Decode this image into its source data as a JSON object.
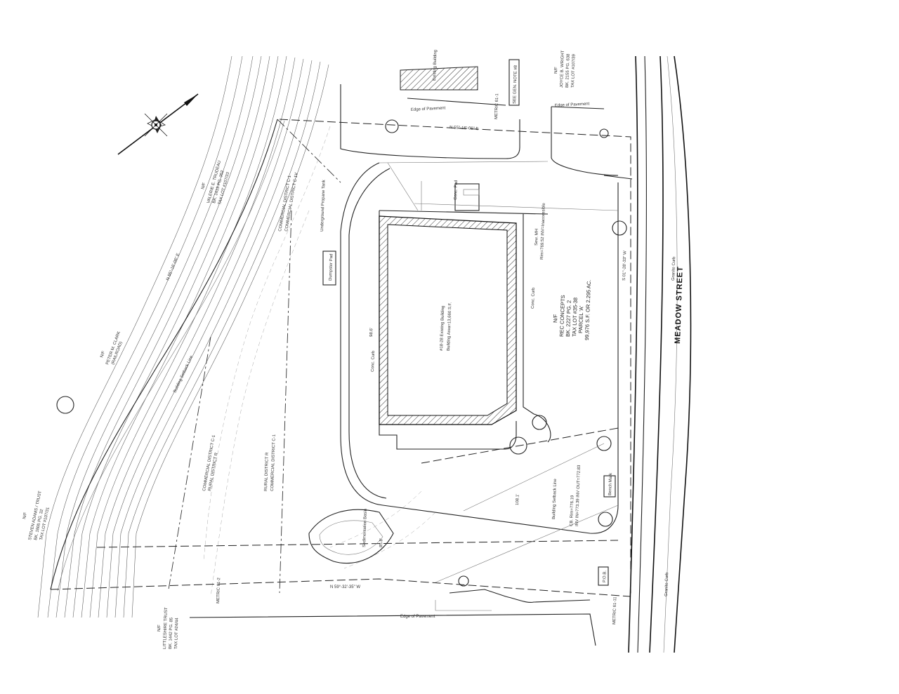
{
  "drawing": {
    "street_name": "MEADOW STREET",
    "edge_of_pavement": "Edge of Pavement",
    "existing_building_top": "Existing Building",
    "gen_note": "SEE GEN. NOTE #8",
    "building_label": "#18-28 Existing Building",
    "building_area": "Building Area=13,660 S.F.",
    "dumpster_pad": "Dumpster Pad",
    "conc_pad": "Conc. Pad",
    "conc_curb": "Conc. Curb",
    "conc_curb_2": "Conc. Curb",
    "granite_curb": "Granite Curb",
    "granite_curb_2": "Granite Curb",
    "building_setback": "Building Setback Line",
    "building_setback_2": "Building Setback Line",
    "sedimentation_basin": "Sedimentation Basin",
    "underground_propane": "Underground Propane Tank",
    "pob": "P.O.B.",
    "bench_mark": "Bench Mark",
    "sewer_mh": "Sew. MH",
    "sewer_mh_text": "Rim=769.52 INV=Inaccessible",
    "cb_text": "CB. Rim=776.19",
    "inv_text": "INV IN=773.39 INV OUT=772.83",
    "dim_1": "108.1'",
    "dim_2": "98.6'",
    "dim_3": "85.8'",
    "main_owner": {
      "nf": "N/F",
      "name": "REC CONCEPTS",
      "book": "BK. 2227 PG. 2",
      "tax_lot": "TAX LOT #35-38",
      "parcel": "PARCEL 'A'",
      "area": "99,976 S.F. OR 2.295 AC."
    },
    "top_owner": {
      "nf": "N/F",
      "name": "JOYCE B. WRIGHT",
      "book": "BK. 2155 PG. 638",
      "tax_lot": "TAX LOT #107/39"
    },
    "left_owner_1": {
      "nf": "N/F",
      "name": "VALERIE E. TRUDEAU",
      "book": "BK. 1415 PG. 352",
      "tax_lot": "TAX LOT #107/33"
    },
    "left_owner_2": {
      "nf": "N/F",
      "name": "PETER M. CLARK",
      "book": "(RAILROAD)"
    },
    "left_owner_3": {
      "nf": "N/F",
      "name": "STEVEN ADAMS / TRUST",
      "book": "BK. 1805 PG. 32",
      "tax_lot": "TAX LOT #107/31"
    },
    "bottom_owner": {
      "nf": "N/F",
      "name": "LITTLESHIRE TRUST",
      "book": "BK. 1442 PG. 85",
      "tax_lot": "TAX LOT #24/44"
    },
    "district_1": "COMMERCIAL DISTRICT C-1",
    "district_2": "COMMERCIAL DISTRICT C-1V",
    "district_3": "RURAL DISTRICT R",
    "district_4": "COMMERCIAL DISTRICT C-1",
    "district_5": "RURAL DISTRICT R",
    "district_6": "COMMERCIAL DISTRICT C-1",
    "bearing_1": "N 55°-16'-06\" E",
    "bearing_2": "N 59°-32'-35\" W",
    "bearing_3": "S 01°-28'-33\" W",
    "bearing_4": "N 55°-16'-06\" E",
    "metric_1": "METRIC 61-1",
    "metric_2": "METRIC 61-2",
    "metric_3": "METRIC 61-11"
  }
}
